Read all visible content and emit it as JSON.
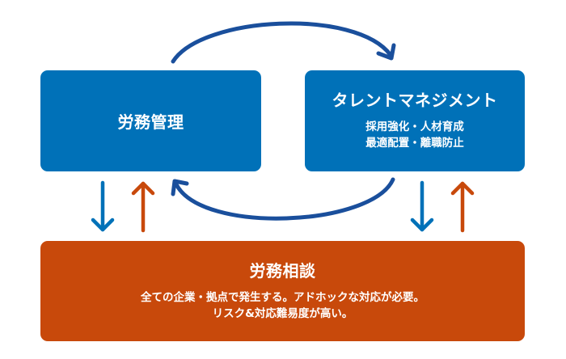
{
  "colors": {
    "blue_box": "#0071b8",
    "orange_box": "#c8490b",
    "cycle_arrow": "#1a4f9c",
    "down_arrow": "#0071b8",
    "up_arrow": "#c8490b"
  },
  "nodes": {
    "labor_management": {
      "title": "労務管理"
    },
    "talent_management": {
      "title": "タレントマネジメント",
      "lines": [
        "採用強化・人材育成",
        "最適配置・離職防止"
      ]
    },
    "labor_consultation": {
      "title": "労務相談",
      "lines": [
        "全ての企業・拠点で発生する。アドホックな対応が必要。",
        "リスク&対応難易度が高い。"
      ]
    }
  },
  "connectors": [
    {
      "from": "labor_management",
      "to": "talent_management",
      "style": "curved-top"
    },
    {
      "from": "talent_management",
      "to": "labor_management",
      "style": "curved-bottom"
    },
    {
      "from": "labor_management",
      "to": "labor_consultation",
      "direction": "down"
    },
    {
      "from": "labor_consultation",
      "to": "labor_management",
      "direction": "up"
    },
    {
      "from": "talent_management",
      "to": "labor_consultation",
      "direction": "down"
    },
    {
      "from": "labor_consultation",
      "to": "talent_management",
      "direction": "up"
    }
  ]
}
